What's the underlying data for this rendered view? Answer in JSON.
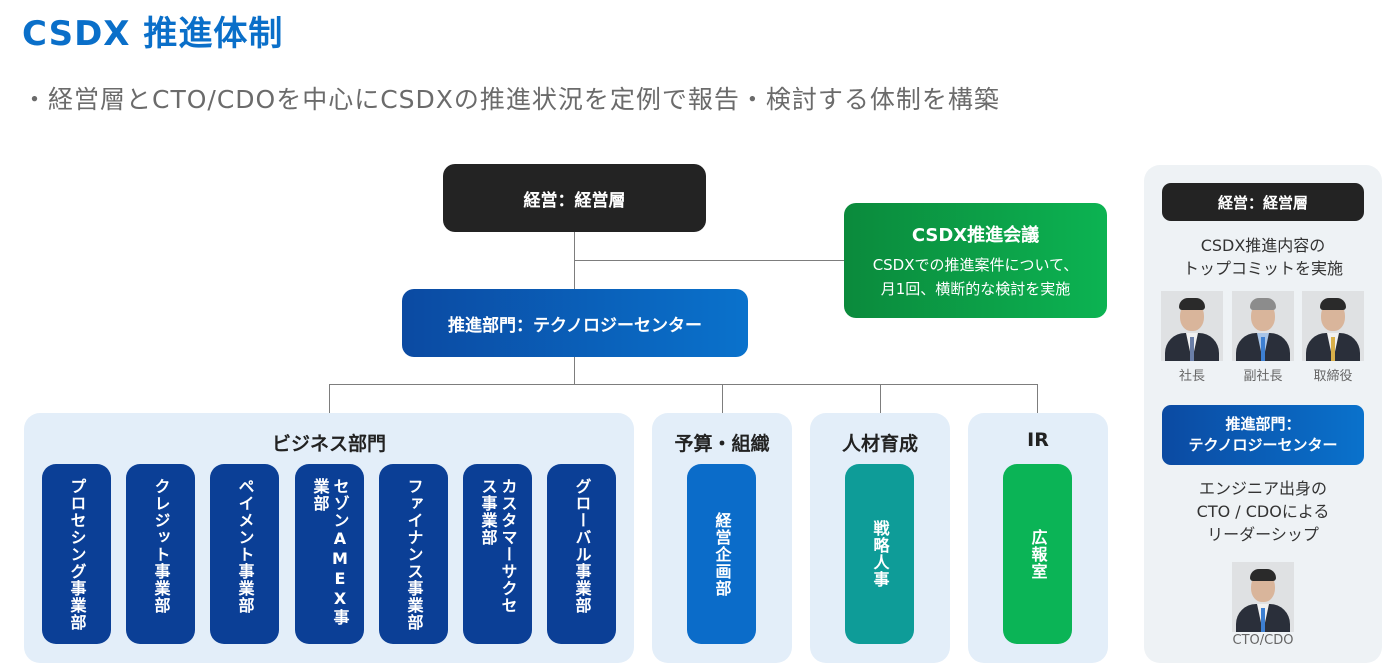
{
  "header": {
    "title": "CSDX 推進体制",
    "subtitle": "・経営層とCTO/CDOを中心にCSDXの推進状況を定例で報告・検討する体制を構築"
  },
  "org": {
    "executive": "経営：経営層",
    "tech_center": "推進部門：テクノロジーセンター",
    "meeting": {
      "title": "CSDX推進会議",
      "desc_line1": "CSDXでの推進案件について、",
      "desc_line2": "月1回、横断的な検討を実施"
    },
    "business": {
      "title": "ビジネス部門",
      "departments": [
        "プロセシング事業部",
        "クレジット事業部",
        "ペイメント事業部",
        "セゾンAMEX事業部",
        "ファイナンス事業部",
        "カスタマーサクセス事業部",
        "グローバル事業部"
      ]
    },
    "budget": {
      "title": "予算・組織",
      "unit": "経営企画部",
      "color": "#0b6cc9"
    },
    "hr": {
      "title": "人材育成",
      "unit": "戦略人事",
      "color": "#0e9c98"
    },
    "ir": {
      "title": "IR",
      "unit": "広報室",
      "color": "#0bb456"
    }
  },
  "side": {
    "executive": "経営：経営層",
    "exec_desc_line1": "CSDX推進内容の",
    "exec_desc_line2": "トップコミットを実施",
    "executives": [
      {
        "role": "社長"
      },
      {
        "role": "副社長"
      },
      {
        "role": "取締役"
      }
    ],
    "tech_line1": "推進部門：",
    "tech_line2": "テクノロジーセンター",
    "tech_desc_line1": "エンジニア出身の",
    "tech_desc_line2": "CTO / CDOによる",
    "tech_desc_line3": "リーダーシップ",
    "cto_caption": "CTO/CDO"
  },
  "colors": {
    "title": "#0a6fc9",
    "executive": "#232323",
    "tech_center": "#0b4aa2",
    "meeting": "#0cb352",
    "business_dept": "#0b3f96",
    "panel_bg": "#e3eef9"
  }
}
